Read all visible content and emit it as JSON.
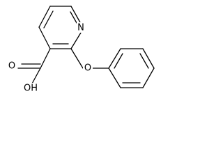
{
  "molecule": {
    "atoms": {
      "nitrogen": "N",
      "ether_oxygen": "O",
      "carbonyl_oxygen": "O",
      "hydroxyl": "OH"
    }
  }
}
